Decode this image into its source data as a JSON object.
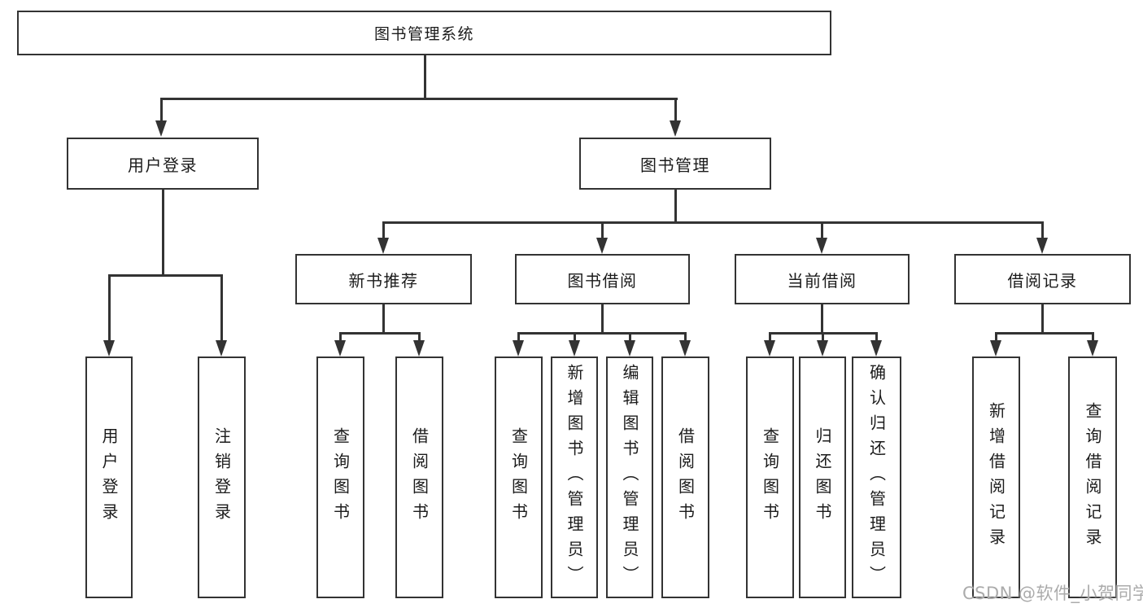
{
  "watermark": "CSDN @软件_小贺同学",
  "colors": {
    "line": "#333333",
    "text": "#1b1b1b",
    "watermark_gray": "#ababab",
    "background": "#ffffff"
  },
  "nodes": {
    "root": "图书管理系统",
    "user_login": "用户登录",
    "book_management": "图书管理",
    "new_book_recommend": "新书推荐",
    "book_borrowing": "图书借阅",
    "current_borrowing": "当前借阅",
    "borrowing_records": "借阅记录",
    "leaves": {
      "user_login": [
        "用户登录",
        "注销登录"
      ],
      "new_book_recommend": [
        "查询图书",
        "借阅图书"
      ],
      "book_borrowing": [
        "查询图书",
        "新增图书（管理员）",
        "编辑图书（管理员）",
        "借阅图书"
      ],
      "current_borrowing": [
        "查询图书",
        "归还图书",
        "确认归还（管理员）"
      ],
      "borrowing_records": [
        "新增借阅记录",
        "查询借阅记录"
      ]
    }
  }
}
